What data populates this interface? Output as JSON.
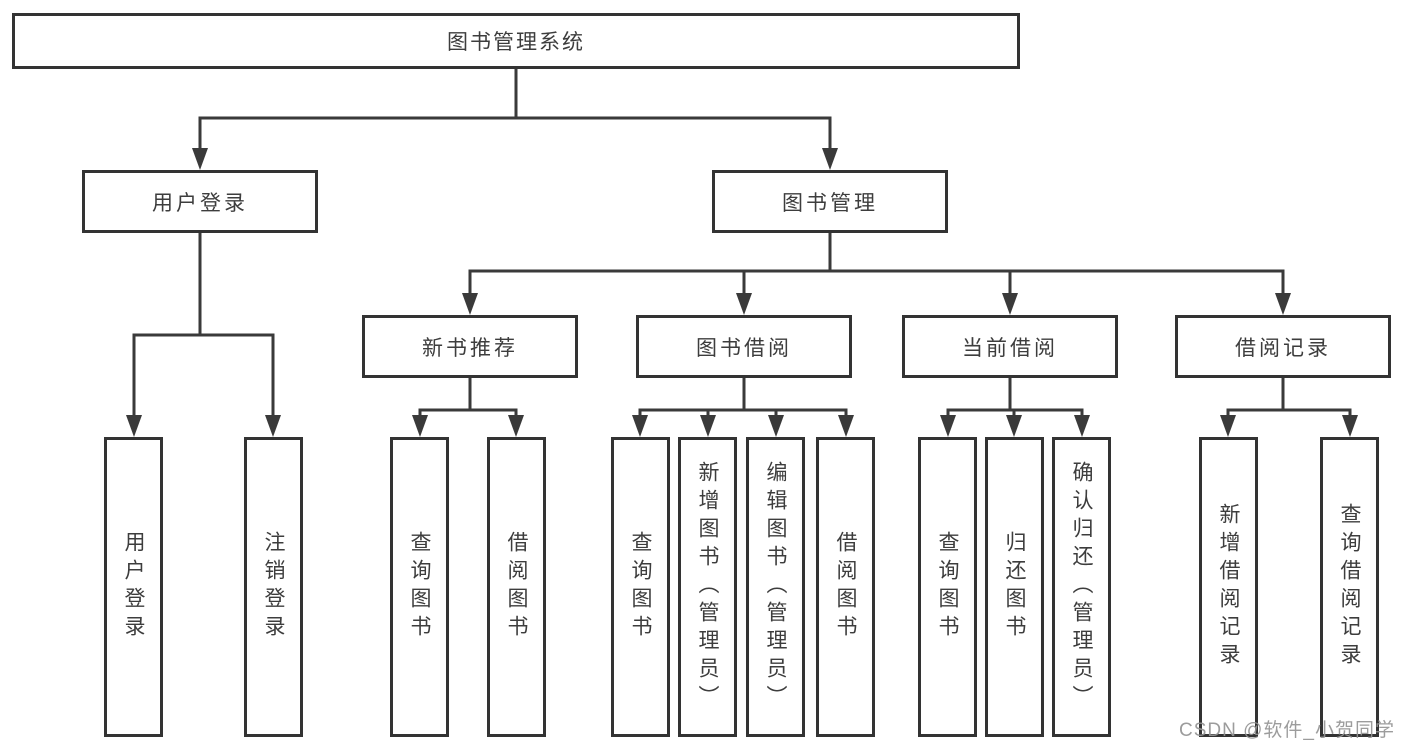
{
  "tree": {
    "root": "图书管理系统",
    "user_login": {
      "label": "用户登录",
      "children": [
        "用户登录",
        "注销登录"
      ]
    },
    "book_management": {
      "label": "图书管理",
      "modules": [
        {
          "label": "新书推荐",
          "children": [
            "查询图书",
            "借阅图书"
          ]
        },
        {
          "label": "图书借阅",
          "children": [
            "查询图书",
            "新增图书（管理员）",
            "编辑图书（管理员）",
            "借阅图书"
          ]
        },
        {
          "label": "当前借阅",
          "children": [
            "查询图书",
            "归还图书",
            "确认归还（管理员）"
          ]
        },
        {
          "label": "借阅记录",
          "children": [
            "新增借阅记录",
            "查询借阅记录"
          ]
        }
      ]
    }
  },
  "watermark": "CSDN @软件_小贺同学",
  "colors": {
    "line": "#3a3a3a",
    "border": "#333333",
    "text": "#3d3d3d",
    "background": "#ffffff",
    "watermark": "#949494"
  }
}
